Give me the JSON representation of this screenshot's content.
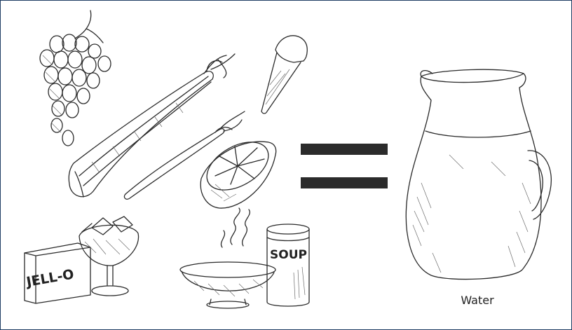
{
  "caption": "Water",
  "jello_box_text": "JELL-O",
  "soup_can_text": "SOUP",
  "colors": {
    "border": "#1f3d63",
    "equals_bar": "#2b2b2b",
    "ink": "#2a2a2a"
  }
}
